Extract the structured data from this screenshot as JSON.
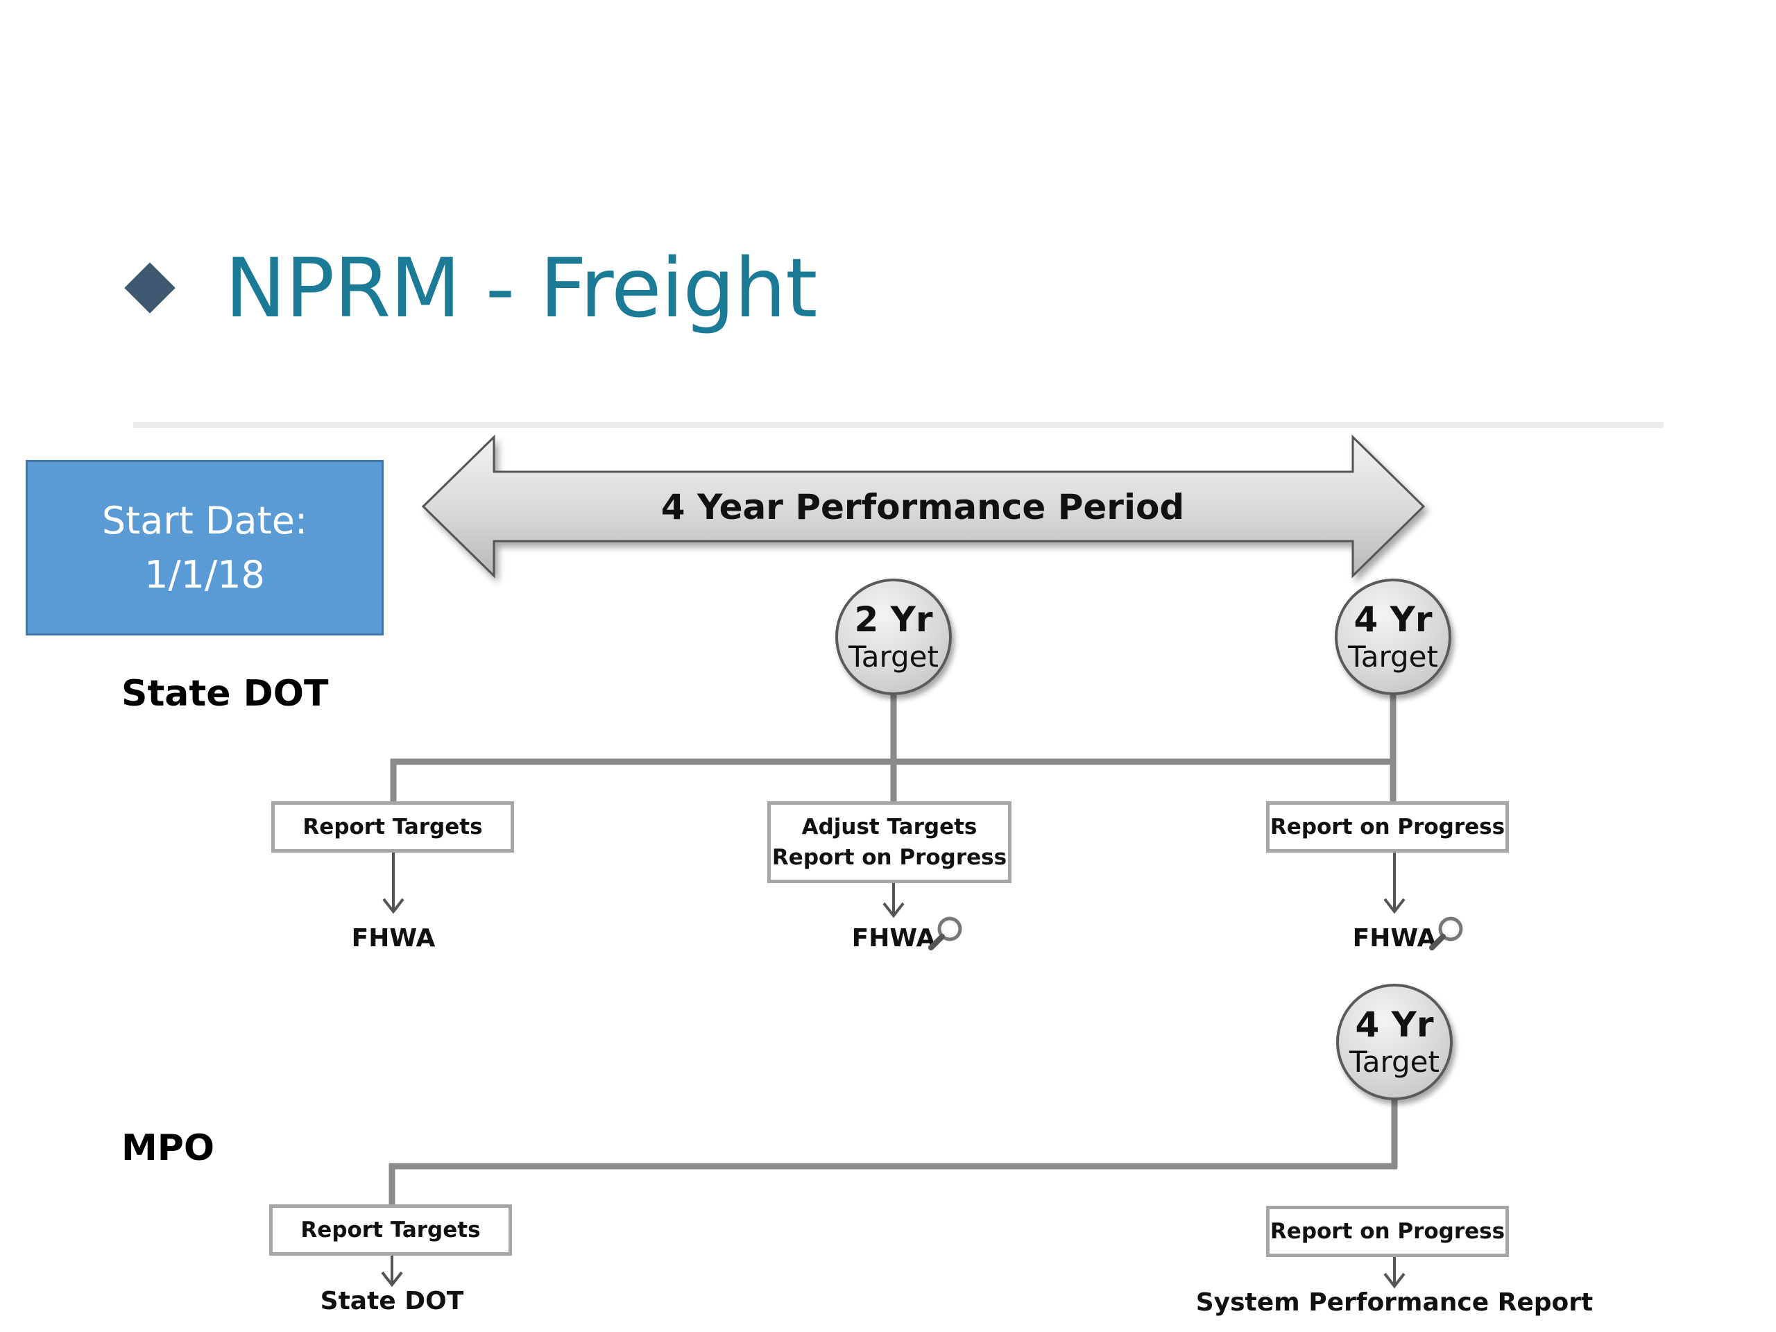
{
  "title": "NPRM - Freight",
  "start_box": {
    "line1": "Start Date:",
    "line2": "1/1/18"
  },
  "period_arrow": {
    "label": "4 Year Performance Period"
  },
  "lanes": {
    "state": "State DOT",
    "mpo": "MPO"
  },
  "targets": {
    "state_2yr": {
      "years": "2 Yr",
      "label": "Target"
    },
    "state_4yr": {
      "years": "4 Yr",
      "label": "Target"
    },
    "mpo_4yr": {
      "years": "4 Yr",
      "label": "Target"
    }
  },
  "state_steps": [
    {
      "line1": "Report Targets",
      "line2": "",
      "dest": "FHWA"
    },
    {
      "line1": "Adjust Targets",
      "line2": "Report on Progress",
      "dest": "FHWA"
    },
    {
      "line1": "Report on Progress",
      "line2": "",
      "dest": "FHWA"
    }
  ],
  "mpo_steps": [
    {
      "line1": "Report Targets",
      "dest": "State DOT"
    },
    {
      "line1": "Report on Progress",
      "dest": "System Performance Report"
    }
  ],
  "icons": [
    "magnifier-icon",
    "magnifier-icon"
  ]
}
